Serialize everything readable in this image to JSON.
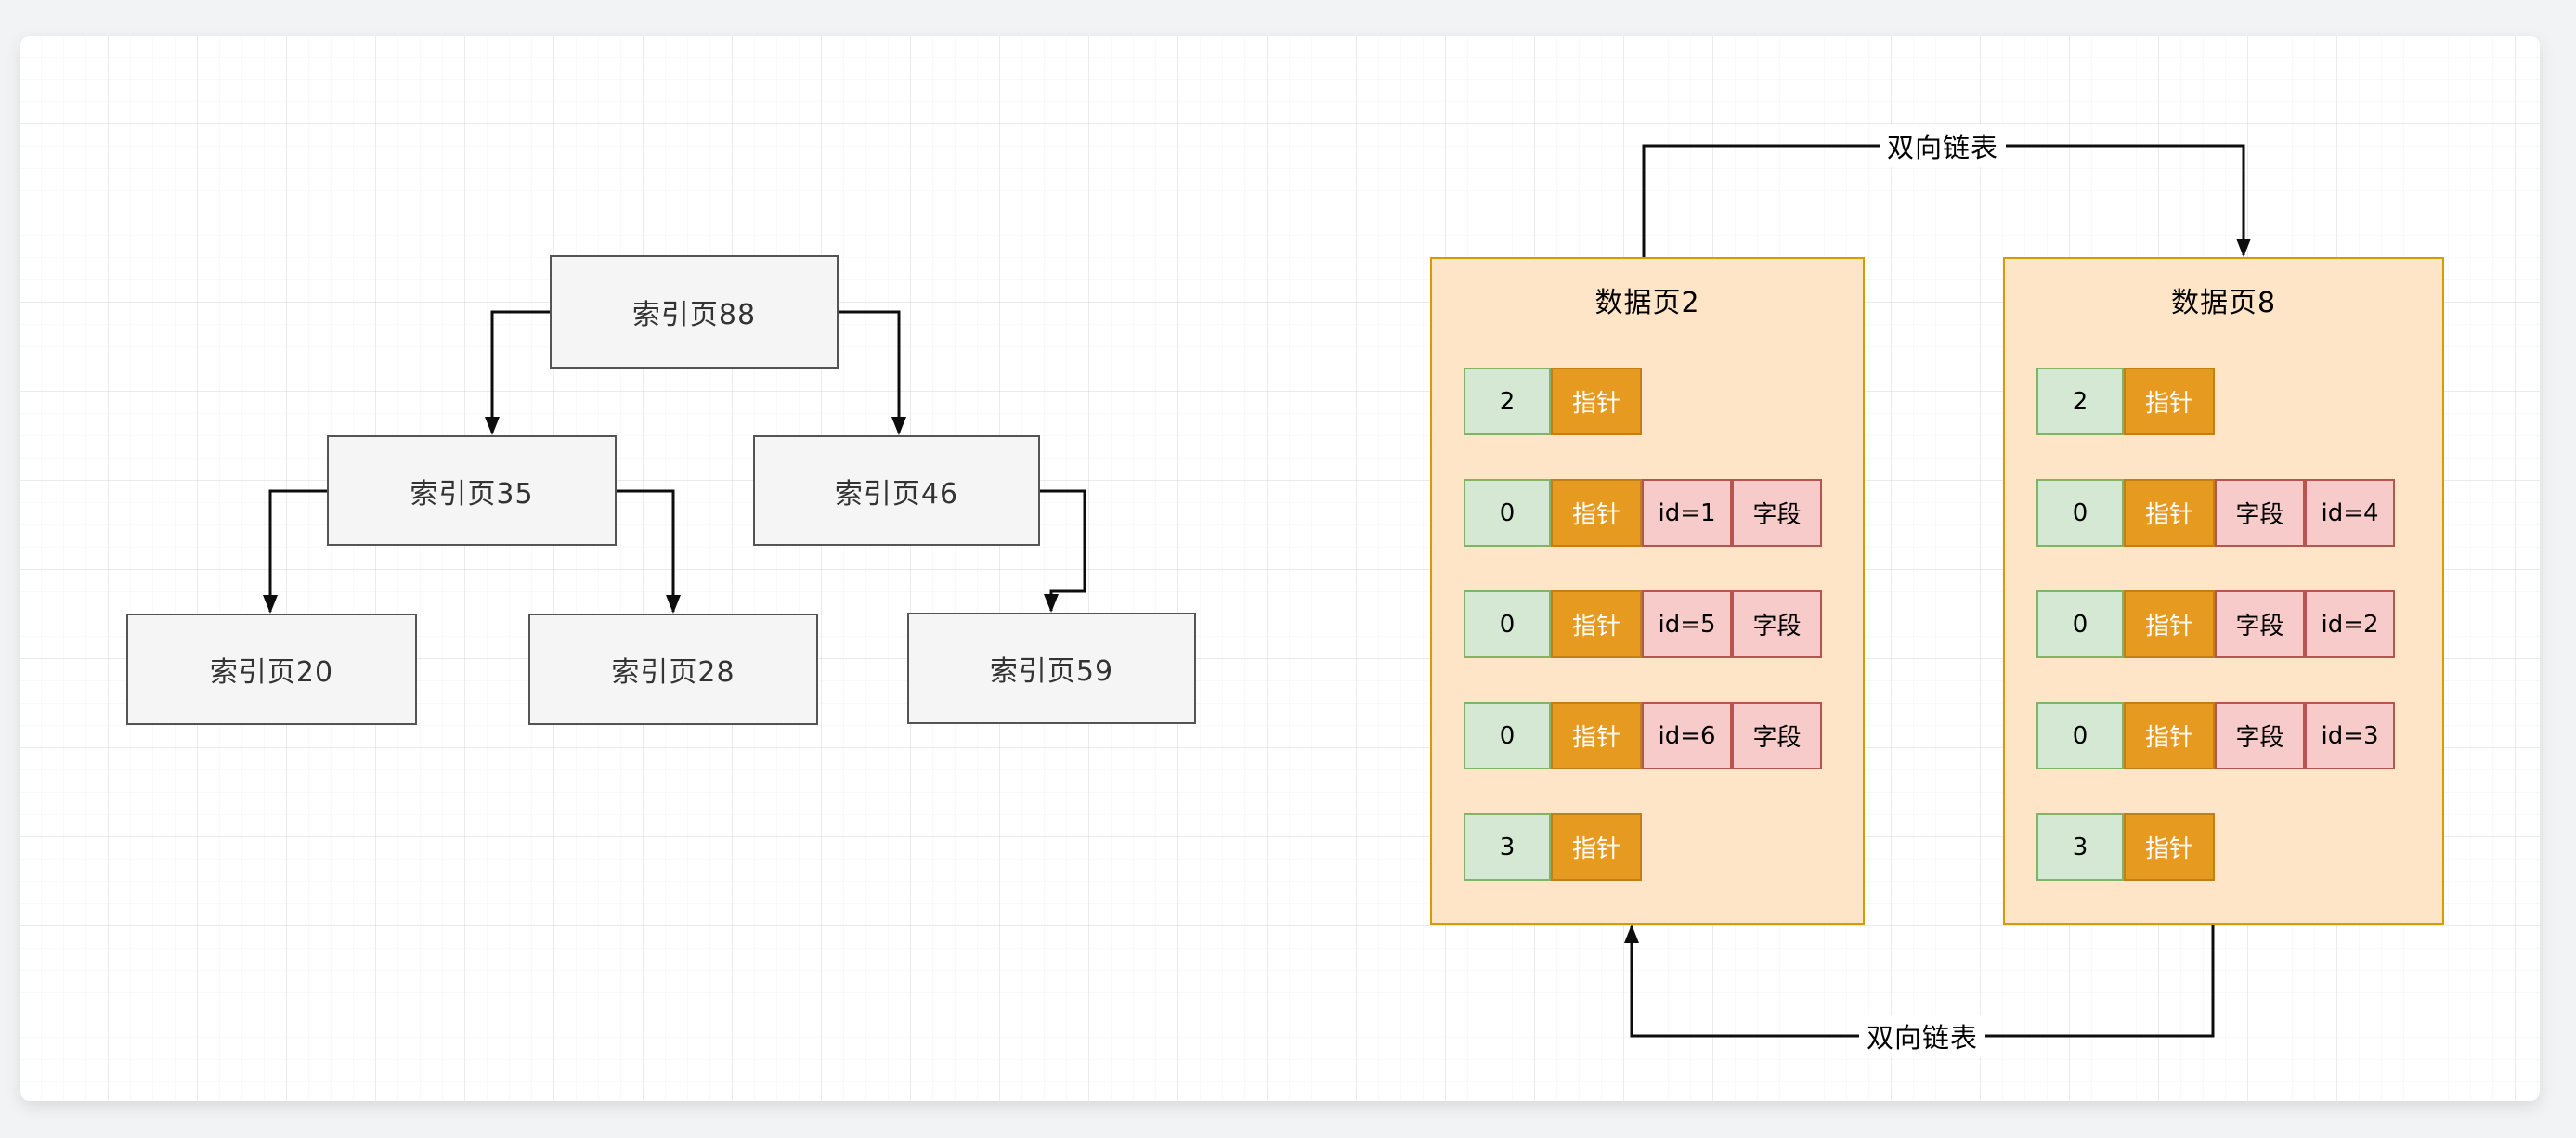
{
  "colors": {
    "node_fill": "#f5f5f5",
    "node_border": "#545454",
    "node_text": "#333333",
    "page_fill": "#ffe5c7",
    "page_border": "#d79b00",
    "slot_fill": "#d5e8d4",
    "slot_border": "#82b366",
    "pointer_fill": "#e69a20",
    "pointer_border": "#c17f16",
    "field_fill": "#f6cbc9",
    "field_border": "#b85450",
    "edge": "#0d0d0d"
  },
  "tree": {
    "nodes": [
      {
        "label": "索引页88"
      },
      {
        "label": "索引页35"
      },
      {
        "label": "索引页46"
      },
      {
        "label": "索引页20"
      },
      {
        "label": "索引页28"
      },
      {
        "label": "索引页59"
      }
    ]
  },
  "pages": [
    {
      "title": "数据页2",
      "rows": [
        {
          "cells": [
            {
              "type": "slot",
              "text": "2"
            },
            {
              "type": "pointer",
              "text": "指针"
            }
          ]
        },
        {
          "cells": [
            {
              "type": "slot",
              "text": "0"
            },
            {
              "type": "pointer",
              "text": "指针"
            },
            {
              "type": "field",
              "text": "id=1"
            },
            {
              "type": "field",
              "text": "字段"
            }
          ]
        },
        {
          "cells": [
            {
              "type": "slot",
              "text": "0"
            },
            {
              "type": "pointer",
              "text": "指针"
            },
            {
              "type": "field",
              "text": "id=5"
            },
            {
              "type": "field",
              "text": "字段"
            }
          ]
        },
        {
          "cells": [
            {
              "type": "slot",
              "text": "0"
            },
            {
              "type": "pointer",
              "text": "指针"
            },
            {
              "type": "field",
              "text": "id=6"
            },
            {
              "type": "field",
              "text": "字段"
            }
          ]
        },
        {
          "cells": [
            {
              "type": "slot",
              "text": "3"
            },
            {
              "type": "pointer",
              "text": "指针"
            }
          ]
        }
      ]
    },
    {
      "title": "数据页8",
      "rows": [
        {
          "cells": [
            {
              "type": "slot",
              "text": "2"
            },
            {
              "type": "pointer",
              "text": "指针"
            }
          ]
        },
        {
          "cells": [
            {
              "type": "slot",
              "text": "0"
            },
            {
              "type": "pointer",
              "text": "指针"
            },
            {
              "type": "field",
              "text": "字段"
            },
            {
              "type": "field",
              "text": "id=4"
            }
          ]
        },
        {
          "cells": [
            {
              "type": "slot",
              "text": "0"
            },
            {
              "type": "pointer",
              "text": "指针"
            },
            {
              "type": "field",
              "text": "字段"
            },
            {
              "type": "field",
              "text": "id=2"
            }
          ]
        },
        {
          "cells": [
            {
              "type": "slot",
              "text": "0"
            },
            {
              "type": "pointer",
              "text": "指针"
            },
            {
              "type": "field",
              "text": "字段"
            },
            {
              "type": "field",
              "text": "id=3"
            }
          ]
        },
        {
          "cells": [
            {
              "type": "slot",
              "text": "3"
            },
            {
              "type": "pointer",
              "text": "指针"
            }
          ]
        }
      ]
    }
  ],
  "links": [
    {
      "label": "双向链表"
    },
    {
      "label": "双向链表"
    }
  ]
}
